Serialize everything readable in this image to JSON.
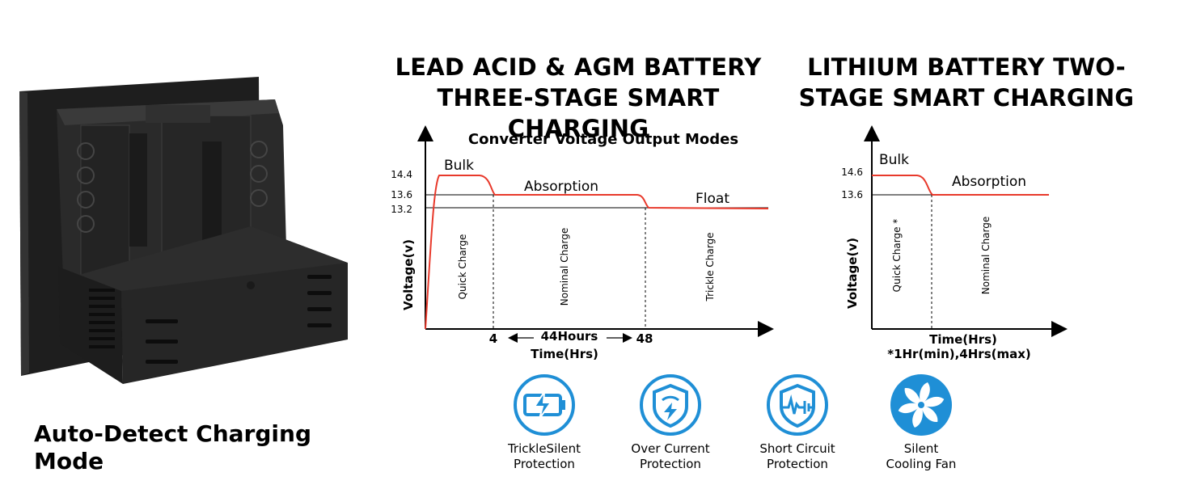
{
  "product": {
    "caption": "Auto-Detect Charging Mode"
  },
  "lead_acid": {
    "title_line1": "LEAD ACID & AGM BATTERY",
    "title_line2": "THREE-STAGE SMART CHARGING",
    "chart_title": "Converter Voltage Output Modes",
    "ylabel": "Voltage(v)",
    "xlabel": "Time(Hrs)",
    "duration_label": "44Hours",
    "stages": [
      {
        "name": "Bulk",
        "region": "Quick Charge"
      },
      {
        "name": "Absorption",
        "region": "Nominal Charge"
      },
      {
        "name": "Float",
        "region": "Trickle Charge"
      }
    ],
    "y_ticks": [
      "14.4",
      "13.6",
      "13.2"
    ],
    "x_ticks": [
      "4",
      "48"
    ]
  },
  "lithium": {
    "title_line1": "LITHIUM BATTERY TWO-",
    "title_line2": "STAGE SMART CHARGING",
    "ylabel": "Voltage(v)",
    "xlabel": "Time(Hrs)",
    "xnote": "*1Hr(min),4Hrs(max)",
    "stages": [
      {
        "name": "Bulk",
        "region": "Quick Charge *"
      },
      {
        "name": "Absorption",
        "region": "Nominal Charge"
      }
    ],
    "y_ticks": [
      "14.6",
      "13.6"
    ]
  },
  "features": [
    {
      "icon": "battery-charge-icon",
      "line1": "TrickleSilent",
      "line2": "Protection"
    },
    {
      "icon": "shield-bolt-icon",
      "line1": "Over Current",
      "line2": "Protection"
    },
    {
      "icon": "short-circuit-shield-icon",
      "line1": "Short Circuit",
      "line2": "Protection"
    },
    {
      "icon": "fan-icon",
      "line1": "Silent",
      "line2": "Cooling Fan"
    }
  ],
  "colors": {
    "curve": "#e8392b",
    "icon_blue": "#1f8fd6",
    "device": "#2b2b2b"
  }
}
